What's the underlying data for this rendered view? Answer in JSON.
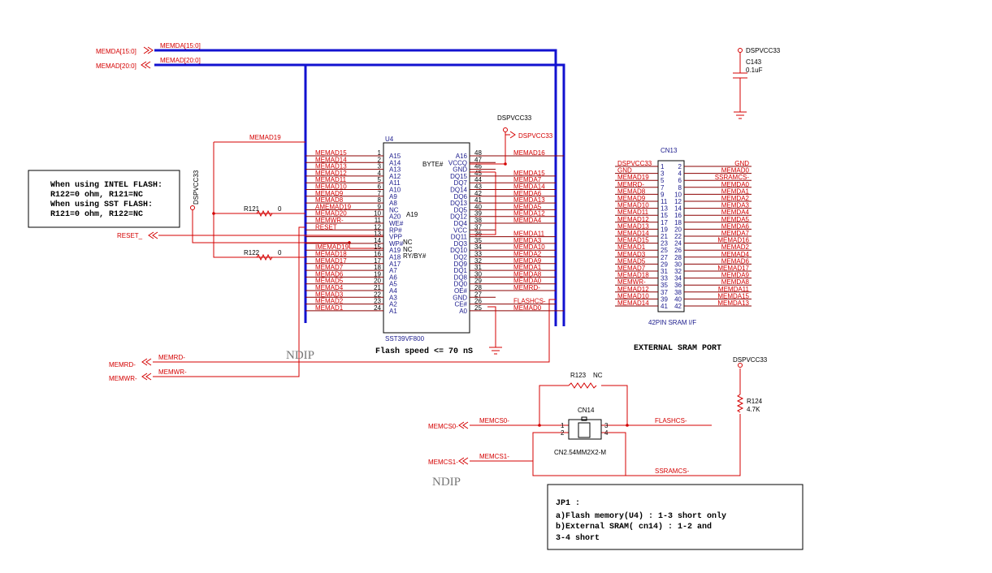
{
  "bus_labels": {
    "memda_port": "MEMDA[15:0]",
    "memad_port": "MEMAD[20:0]",
    "memda_bus": "MEMDA[15:0]",
    "memad_bus": "MEMAD[20:0]"
  },
  "power": {
    "dspvcc_top": "DSPVCC33",
    "dspvcc_u4": "DSPVCC33",
    "dspvcc_u4_arrow": "DSPVCC33",
    "dspvcc_left": "DSPVCC33",
    "dspvcc_bottom": "DSPVCC33"
  },
  "cap": {
    "ref": "C143",
    "value": "0.1uF"
  },
  "note_flash": [
    "When using INTEL FLASH:",
    "R122=0 ohm, R121=NC",
    "When using SST FLASH:",
    "R121=0 ohm, R122=NC"
  ],
  "u4": {
    "ref": "U4",
    "part": "SST39VF800",
    "speed": "Flash speed <= 70 nS",
    "byte_label": "BYTE#",
    "a19_label": "A19",
    "nc1": "NC",
    "nc2": "NC",
    "rybys": "RY/BY#",
    "left_pins": [
      {
        "net": "MEMAD15",
        "num": "1",
        "fn": "A15"
      },
      {
        "net": "MEMAD14",
        "num": "2",
        "fn": "A14"
      },
      {
        "net": "MEMAD13",
        "num": "3",
        "fn": "A13"
      },
      {
        "net": "MEMAD12",
        "num": "4",
        "fn": "A12"
      },
      {
        "net": "MEMAD11",
        "num": "5",
        "fn": "A11"
      },
      {
        "net": "MEMAD10",
        "num": "6",
        "fn": "A10"
      },
      {
        "net": "MEMAD9",
        "num": "7",
        "fn": "A9"
      },
      {
        "net": "MEMAD8",
        "num": "8",
        "fn": "A8"
      },
      {
        "net": "AMEMAD19",
        "num": "9",
        "fn": "NC"
      },
      {
        "net": "MEMAD20",
        "num": "10",
        "fn": "A20"
      },
      {
        "net": "MEMWR-",
        "num": "11",
        "fn": "WE#"
      },
      {
        "net": "RESET",
        "num": "12",
        "fn": "RP#"
      },
      {
        "net": "",
        "num": "13",
        "fn": "VPP"
      },
      {
        "net": "",
        "num": "14",
        "fn": "WP#"
      },
      {
        "net": "IMEMAD19",
        "num": "15",
        "fn": "A19"
      },
      {
        "net": "MEMAD18",
        "num": "16",
        "fn": "A18"
      },
      {
        "net": "MEMAD17",
        "num": "17",
        "fn": "A17"
      },
      {
        "net": "MEMAD7",
        "num": "18",
        "fn": "A7"
      },
      {
        "net": "MEMAD6",
        "num": "19",
        "fn": "A6"
      },
      {
        "net": "MEMAD5",
        "num": "20",
        "fn": "A5"
      },
      {
        "net": "MEMAD4",
        "num": "21",
        "fn": "A4"
      },
      {
        "net": "MEMAD3",
        "num": "22",
        "fn": "A3"
      },
      {
        "net": "MEMAD2",
        "num": "23",
        "fn": "A2"
      },
      {
        "net": "MEMAD1",
        "num": "24",
        "fn": "A1"
      }
    ],
    "right_pins": [
      {
        "net": "MEMAD16",
        "num": "48",
        "fn": "A16"
      },
      {
        "net": "",
        "num": "47",
        "fn": "VCCQ"
      },
      {
        "net": "",
        "num": "46",
        "fn": "GND"
      },
      {
        "net": "MEMDA15",
        "num": "45",
        "fn": "DQ15"
      },
      {
        "net": "MEMDA7",
        "num": "44",
        "fn": "DQ7"
      },
      {
        "net": "MEMDA14",
        "num": "43",
        "fn": "DQ14"
      },
      {
        "net": "MEMDA6",
        "num": "42",
        "fn": "DQ6"
      },
      {
        "net": "MEMDA13",
        "num": "41",
        "fn": "DQ13"
      },
      {
        "net": "MEMDA5",
        "num": "40",
        "fn": "DQ5"
      },
      {
        "net": "MEMDA12",
        "num": "39",
        "fn": "DQ12"
      },
      {
        "net": "MEMDA4",
        "num": "38",
        "fn": "DQ4"
      },
      {
        "net": "",
        "num": "37",
        "fn": "VCC"
      },
      {
        "net": "MEMDA11",
        "num": "36",
        "fn": "DQ11"
      },
      {
        "net": "MEMDA3",
        "num": "35",
        "fn": "DQ3"
      },
      {
        "net": "MEMDA10",
        "num": "34",
        "fn": "DQ10"
      },
      {
        "net": "MEMDA2",
        "num": "33",
        "fn": "DQ2"
      },
      {
        "net": "MEMDA9",
        "num": "32",
        "fn": "DQ9"
      },
      {
        "net": "MEMDA1",
        "num": "31",
        "fn": "DQ1"
      },
      {
        "net": "MEMDA8",
        "num": "30",
        "fn": "DQ8"
      },
      {
        "net": "MEMDA0",
        "num": "29",
        "fn": "DQ0"
      },
      {
        "net": "MEMRD-",
        "num": "28",
        "fn": "OE#"
      },
      {
        "net": "",
        "num": "27",
        "fn": "GND"
      },
      {
        "net": "FLASHCS-",
        "num": "26",
        "fn": "CE#"
      },
      {
        "net": "MEMAD0",
        "num": "25",
        "fn": "A0"
      }
    ]
  },
  "nets": {
    "memad19": "MEMAD19",
    "reset_port": "RESET_",
    "r121": "R121",
    "r121_val": "0",
    "r122": "R122",
    "r122_val": "0",
    "memrd_port": "MEMRD-",
    "memrd_wire": "MEMRD-",
    "memwr_port": "MEMWR-",
    "memwr_wire": "MEMWR-"
  },
  "cn13": {
    "ref": "CN13",
    "desc": "42PIN SRAM I/F",
    "title": "EXTERNAL SRAM PORT",
    "left": [
      {
        "net": "DSPVCC33",
        "num": "1"
      },
      {
        "net": "GND",
        "num": "3"
      },
      {
        "net": "MEMAD19",
        "num": "5"
      },
      {
        "net": "MEMRD-",
        "num": "7"
      },
      {
        "net": "MEMAD8",
        "num": "9"
      },
      {
        "net": "MEMAD9",
        "num": "11"
      },
      {
        "net": "MEMAD10",
        "num": "13"
      },
      {
        "net": "MEMAD11",
        "num": "15"
      },
      {
        "net": "MEMAD12",
        "num": "17"
      },
      {
        "net": "MEMAD13",
        "num": "19"
      },
      {
        "net": "MEMAD14",
        "num": "21"
      },
      {
        "net": "MEMAD15",
        "num": "23"
      },
      {
        "net": "MEMAD1",
        "num": "25"
      },
      {
        "net": "MEMAD3",
        "num": "27"
      },
      {
        "net": "MEMAD5",
        "num": "29"
      },
      {
        "net": "MEMAD7",
        "num": "31"
      },
      {
        "net": "MEMAD18",
        "num": "33"
      },
      {
        "net": "MEMWR-",
        "num": "35"
      },
      {
        "net": "MEMAD12",
        "num": "37"
      },
      {
        "net": "MEMAD10",
        "num": "39"
      },
      {
        "net": "MEMAD14",
        "num": "41"
      }
    ],
    "right": [
      {
        "net": "GND",
        "num": "2"
      },
      {
        "net": "MEMAD0",
        "num": "4"
      },
      {
        "net": "SSRAMCS-",
        "num": "6"
      },
      {
        "net": "MEMDA0",
        "num": "8"
      },
      {
        "net": "MEMDA1",
        "num": "10"
      },
      {
        "net": "MEMDA2",
        "num": "12"
      },
      {
        "net": "MEMDA3",
        "num": "14"
      },
      {
        "net": "MEMDA4",
        "num": "16"
      },
      {
        "net": "MEMDA5",
        "num": "18"
      },
      {
        "net": "MEMDA6",
        "num": "20"
      },
      {
        "net": "MEMDA7",
        "num": "22"
      },
      {
        "net": "MEMAD16",
        "num": "24"
      },
      {
        "net": "MEMAD2",
        "num": "26"
      },
      {
        "net": "MEMAD4",
        "num": "28"
      },
      {
        "net": "MEMAD6",
        "num": "30"
      },
      {
        "net": "MEMAD17",
        "num": "32"
      },
      {
        "net": "MEMDA9",
        "num": "34"
      },
      {
        "net": "MEMDA8",
        "num": "36"
      },
      {
        "net": "MEMDA11",
        "num": "38"
      },
      {
        "net": "MEMDA15",
        "num": "40"
      },
      {
        "net": "MEMDA13",
        "num": "42"
      }
    ]
  },
  "jp": {
    "r123": "R123",
    "r123_val": "NC",
    "cn14": "CN14",
    "cn14_part": "CN2.54MM2X2-M",
    "pin1": "1",
    "pin2": "2",
    "pin3": "3",
    "pin4": "4",
    "memcs0_port": "MEMCS0-",
    "memcs0_wire": "MEMCS0-",
    "memcs1_port": "MEMCS1-",
    "memcs1_wire": "MEMCS1-",
    "flashcs": "FLASHCS-",
    "ssramcs": "SSRAMCS-",
    "r124": "R124",
    "r124_val": "4.7K"
  },
  "ndip": [
    "NDIP",
    "NDIP"
  ],
  "note_jp": [
    "JP1 :",
    "a)Flash memory(U4)  : 1-3 short only",
    "b)External SRAM( cn14)  : 1-2  and",
    "3-4 short"
  ]
}
